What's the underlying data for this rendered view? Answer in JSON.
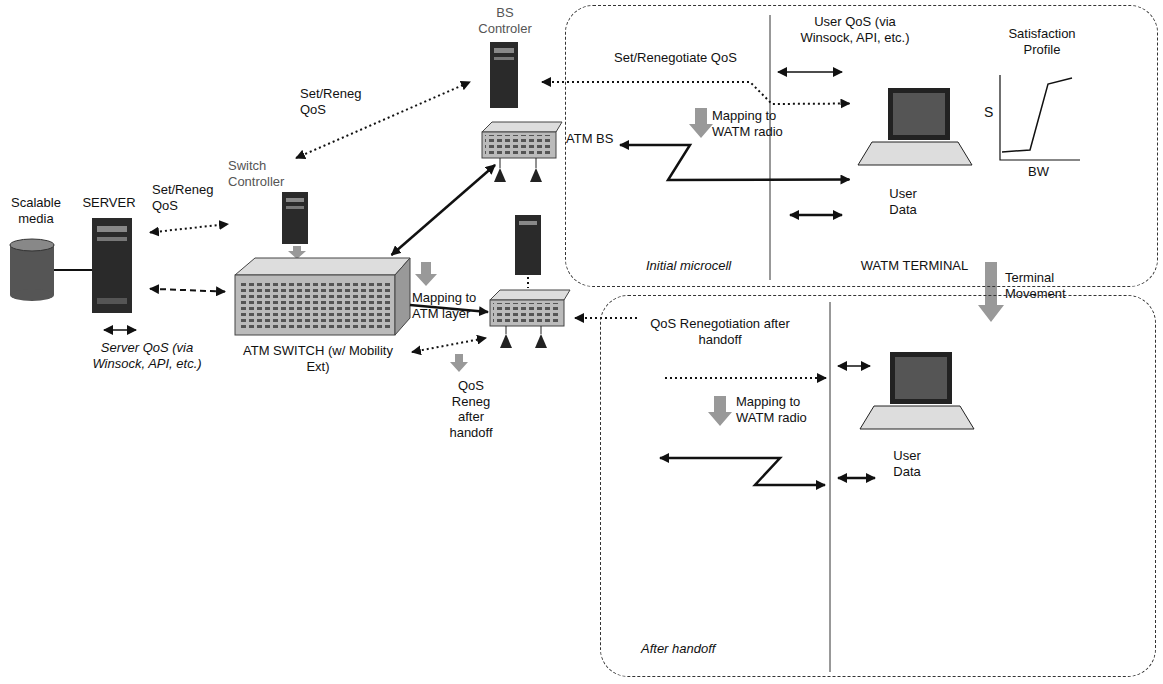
{
  "diagram": {
    "nodes": [
      {
        "text": [
          "Scalable media"
        ]
      },
      {
        "text": [
          "SERVER"
        ]
      },
      {
        "text": [
          "Switch Controller"
        ]
      },
      {
        "text": [
          "ATM SWITCH (w/ Mobility Ext)"
        ]
      },
      {
        "text": [
          "BS Controler"
        ]
      },
      {
        "text": [
          "ATM BS"
        ]
      },
      {
        "text": [
          "Initial microcell"
        ]
      },
      {
        "text": [
          "WATM TERMINAL"
        ],
        "in": 6
      },
      {
        "text": [
          "After handoff"
        ]
      }
    ],
    "edges": [
      {
        "from": 1,
        "to": 2,
        "arrow": "both",
        "label": "Set/Reneg QoS"
      },
      {
        "from": 2,
        "to": 4,
        "arrow": "both",
        "label": "Set/Reneg QoS"
      },
      {
        "from": 1,
        "to": 3,
        "arrow": "both"
      },
      {
        "from": 3,
        "to": 5,
        "arrow": "both"
      },
      {
        "from": 4,
        "to": 7,
        "arrow": "both",
        "label": "Set/Renegotiate QoS"
      },
      {
        "from": 5,
        "to": 7,
        "arrow": "both"
      }
    ],
    "labels": [
      "Server QoS (via Winsock, API, etc.)",
      "Mapping to ATM layer",
      "QoS Reneg after handoff",
      "Mapping to WATM radio",
      "User QoS (via Winsock, API, etc.)",
      "Satisfaction Profile",
      "S",
      "BW",
      "User Data",
      "Terminal Movement",
      "QoS Renegotiation after handoff",
      "Mapping to WATM radio",
      "User Data"
    ]
  }
}
